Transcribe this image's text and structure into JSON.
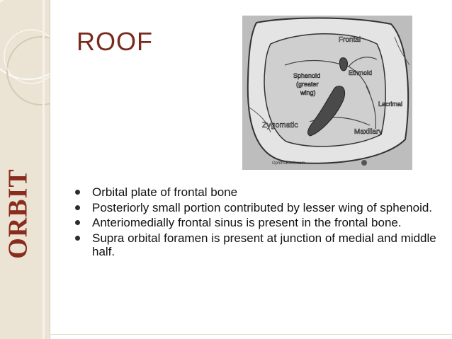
{
  "sidebar": {
    "title": "ORBIT"
  },
  "slide": {
    "title": "ROOF"
  },
  "figure": {
    "labels": {
      "frontal": "Frontal",
      "sphenoid": [
        "Sphenoid",
        "(greater",
        "wing)"
      ],
      "ethmoid": "Ethmoid",
      "lacrimal": "Lacrimal",
      "zygomatic": "Zygomatic",
      "maxillary": "Maxillary",
      "watermark": "OphthoBook.com"
    }
  },
  "bullets": [
    "Orbital plate of frontal bone",
    "Posteriorly small portion contributed by lesser wing of sphenoid.",
    "Anteriomedially frontal sinus is present in the frontal bone.",
    "Supra orbital foramen is present at junction of medial and middle half."
  ],
  "colors": {
    "accent": "#8a2c1d",
    "sidebar_bg": "#ebe4d5",
    "bone_gray": "#9a9a9a",
    "highlight": "#4a4a4a"
  }
}
